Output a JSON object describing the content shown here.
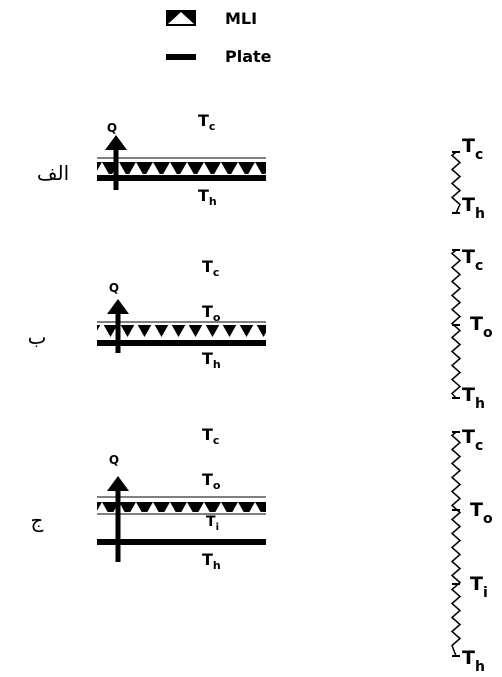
{
  "legend": {
    "mli_label": "MLI",
    "plate_label": "Plate"
  },
  "cases": [
    {
      "label": "الف",
      "heat": "Q",
      "temps": {
        "cold": "c",
        "outer": "",
        "inner": "",
        "hot": "h"
      },
      "plate_separated": false
    },
    {
      "label": "ب",
      "heat": "Q",
      "temps": {
        "cold": "c",
        "outer": "o",
        "inner": "",
        "hot": "h"
      },
      "plate_separated": false
    },
    {
      "label": "ج",
      "heat": "Q",
      "temps": {
        "cold": "c",
        "outer": "o",
        "inner": "i",
        "hot": "h"
      },
      "plate_separated": true
    }
  ],
  "temperature_symbol": "T",
  "colors": {
    "ink": "#000000",
    "background": "#ffffff"
  }
}
